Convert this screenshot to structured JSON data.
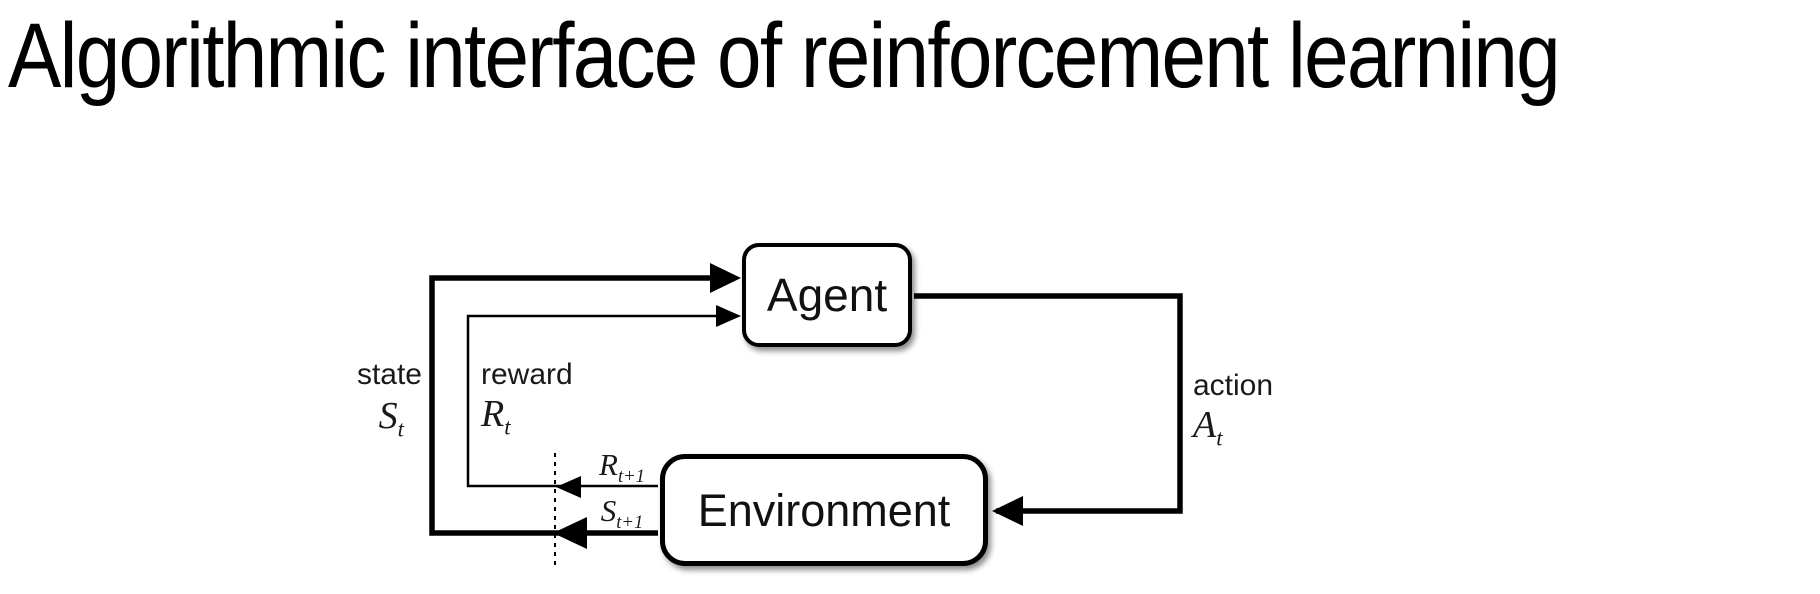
{
  "title": "Algorithmic interface of reinforcement learning",
  "diagram": {
    "nodes": {
      "agent": {
        "label": "Agent"
      },
      "environment": {
        "label": "Environment"
      }
    },
    "labels": {
      "state": {
        "word": "state",
        "var": "S",
        "sub": "t"
      },
      "reward": {
        "word": "reward",
        "var": "R",
        "sub": "t"
      },
      "action": {
        "word": "action",
        "var": "A",
        "sub": "t"
      },
      "reward_next": {
        "var": "R",
        "sub": "t+1"
      },
      "state_next": {
        "var": "S",
        "sub": "t+1"
      }
    },
    "colors": {
      "line": "#000000",
      "text": "#1a1a1a",
      "background": "#ffffff"
    }
  }
}
